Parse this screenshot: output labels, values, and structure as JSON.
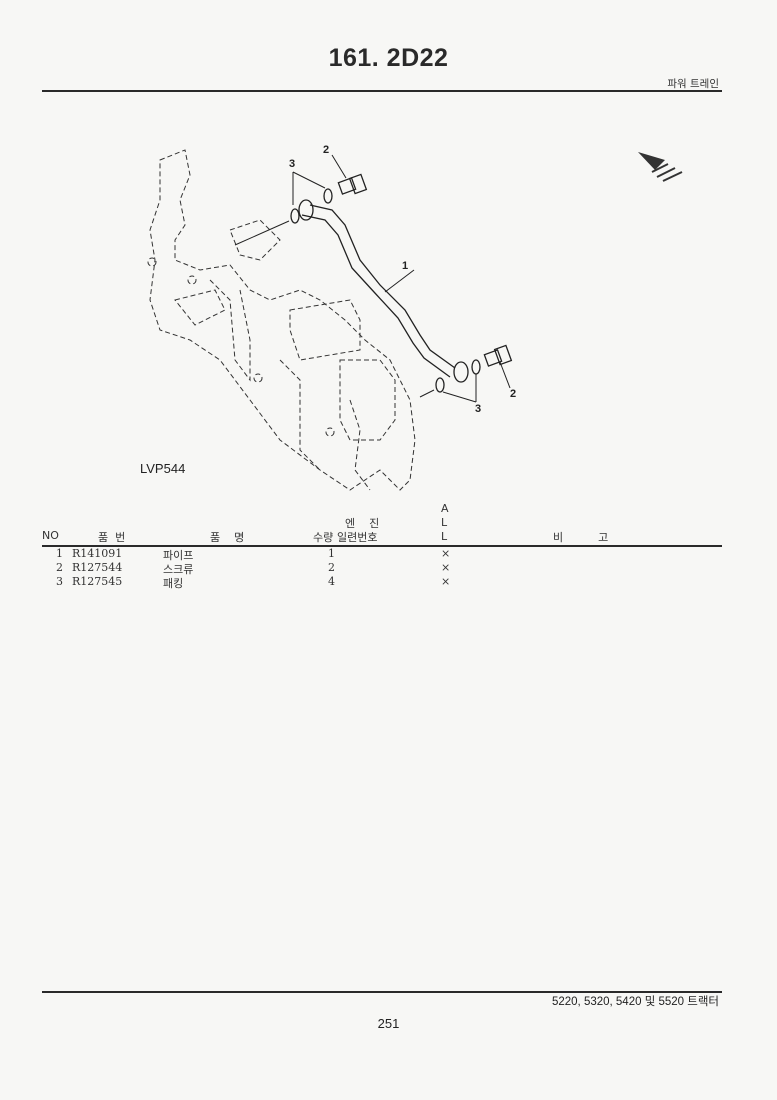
{
  "header": {
    "title": "161. 2D22",
    "section": "파워 트레인"
  },
  "figure": {
    "id": "LVP544",
    "callouts": [
      "1",
      "2",
      "2",
      "3",
      "3"
    ]
  },
  "table": {
    "headers": {
      "no": "NO",
      "part_no": "품  번",
      "part_name": "품    명",
      "qty": "수량",
      "engine_top": "엔    진",
      "engine_bottom": "일련번호",
      "all_a": "A",
      "all_l1": "L",
      "all_l2": "L",
      "remarks": "비          고"
    },
    "rows": [
      {
        "no": "1",
        "part_no": "R141091",
        "name": "파이프",
        "qty": "1",
        "all": "×"
      },
      {
        "no": "2",
        "part_no": "R127544",
        "name": "스크류",
        "qty": "2",
        "all": "×"
      },
      {
        "no": "3",
        "part_no": "R127545",
        "name": "패킹",
        "qty": "4",
        "all": "×"
      }
    ]
  },
  "footer": {
    "models": "5220, 5320, 5420 및 5520 트랙터",
    "page": "251"
  }
}
